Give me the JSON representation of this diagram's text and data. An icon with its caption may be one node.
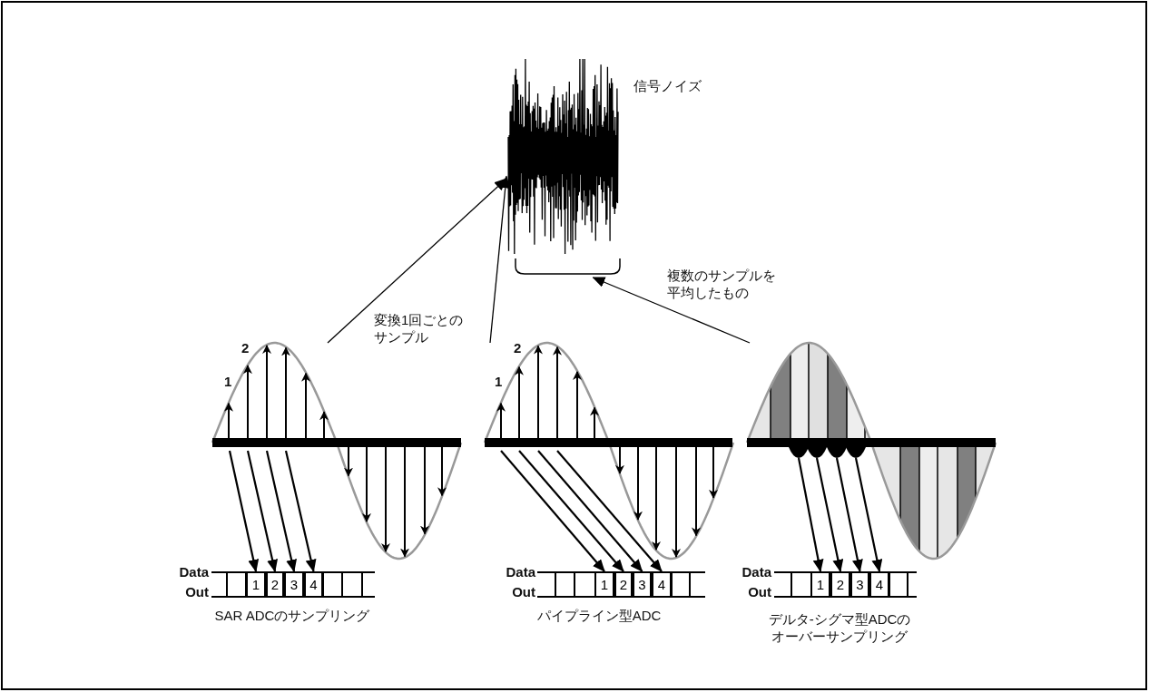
{
  "diagram": {
    "nodes": [
      {
        "text": [],
        "shape": "picture",
        "beside": [
          "信号ノイズ"
        ]
      },
      {
        "text": [],
        "shape": "bracket"
      },
      {
        "text": [
          "1"
        ]
      },
      {
        "text": [
          "2"
        ]
      },
      {
        "text": [
          "3"
        ]
      },
      {
        "text": [
          "4"
        ]
      },
      {
        "text": [
          "1"
        ]
      },
      {
        "text": [
          "2"
        ]
      },
      {
        "text": [
          "3"
        ]
      },
      {
        "text": [
          "4"
        ]
      },
      {
        "text": [
          "1"
        ]
      },
      {
        "text": [
          "2"
        ]
      },
      {
        "text": [
          "3"
        ]
      },
      {
        "text": [
          "4"
        ]
      },
      {
        "text": [],
        "shape": "picture"
      },
      {
        "text": [],
        "shape": "picture"
      },
      {
        "text": [],
        "shape": "picture"
      }
    ],
    "edges": [
      {
        "from": 14,
        "to": 0,
        "arrow": "to"
      },
      {
        "from": 15,
        "to": 0,
        "arrow": "to"
      },
      {
        "from": 16,
        "to": 1,
        "arrow": "to"
      },
      {
        "from": 14,
        "to": 2,
        "arrow": "to"
      },
      {
        "from": 14,
        "to": 3,
        "arrow": "to"
      },
      {
        "from": 14,
        "to": 4,
        "arrow": "to"
      },
      {
        "from": 14,
        "to": 5,
        "arrow": "to"
      },
      {
        "from": 15,
        "to": 6,
        "arrow": "to"
      },
      {
        "from": 15,
        "to": 7,
        "arrow": "to"
      },
      {
        "from": 15,
        "to": 8,
        "arrow": "to"
      },
      {
        "from": 15,
        "to": 9,
        "arrow": "to"
      },
      {
        "from": 16,
        "to": 10,
        "arrow": "to"
      },
      {
        "from": 16,
        "to": 11,
        "arrow": "to"
      },
      {
        "from": 16,
        "to": 12,
        "arrow": "to"
      },
      {
        "from": 16,
        "to": 13,
        "arrow": "to"
      }
    ],
    "labels": [
      "変換1回ごとのサンプル",
      "複数のサンプルを平均したもの",
      "2",
      "1",
      "Data",
      "Out",
      "SAR ADCのサンプリング",
      "2",
      "1",
      "Data",
      "Out",
      "パイプライン型ADC",
      "Data",
      "Out",
      "デルタ-シグマ型ADCのオーバーサンプリング"
    ]
  }
}
